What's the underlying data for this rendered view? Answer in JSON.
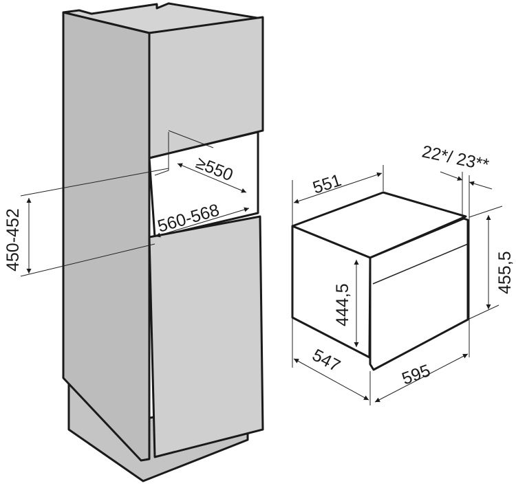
{
  "colors": {
    "cabinet_side": "#bcbcbc",
    "cabinet_front": "#cfcfcf",
    "cabinet_top": "#d4d4d4",
    "opening_inner": "#ffffff",
    "line": "#1a1a1a",
    "oven_fill": "#ffffff"
  },
  "cabinet": {
    "niche_height": "450-452",
    "niche_depth": "≥550",
    "niche_width": "560-568"
  },
  "oven": {
    "depth_top": "551",
    "front_thickness": "22*/ 23**",
    "front_height": "455,5",
    "body_height": "444,5",
    "body_depth": "547",
    "front_width": "595"
  }
}
